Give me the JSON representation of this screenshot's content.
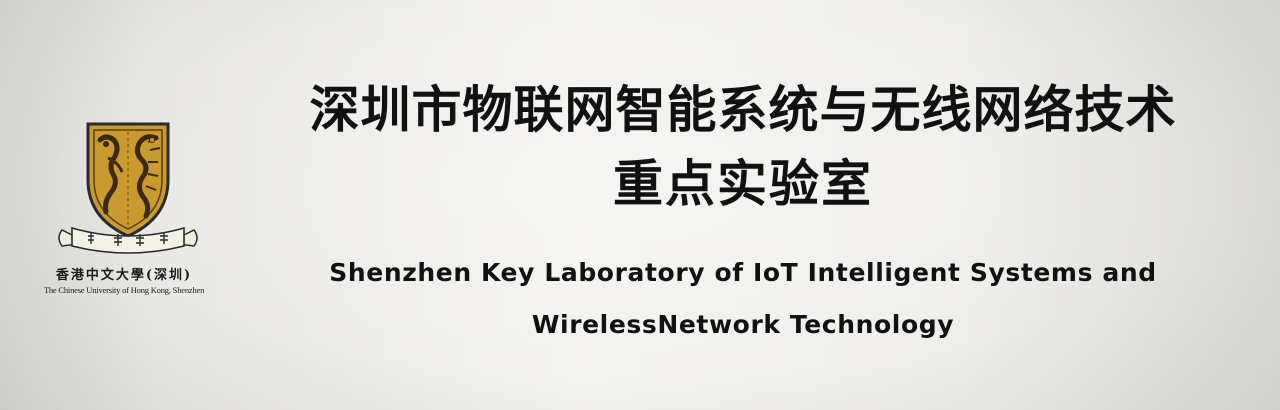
{
  "logo": {
    "name_zh": "香港中文大學(深圳)",
    "name_en": "The Chinese University of Hong Kong, Shenzhen",
    "colors": {
      "shield_gold": "#c99a2e",
      "shield_dark": "#3a2a12",
      "outline": "#2a2a2a"
    }
  },
  "title": {
    "zh_line1": "深圳市物联网智能系统与无线网络技术",
    "zh_line2": "重点实验室",
    "en_line1": "Shenzhen Key Laboratory of IoT Intelligent Systems and",
    "en_line2": "WirelessNetwork Technology"
  }
}
